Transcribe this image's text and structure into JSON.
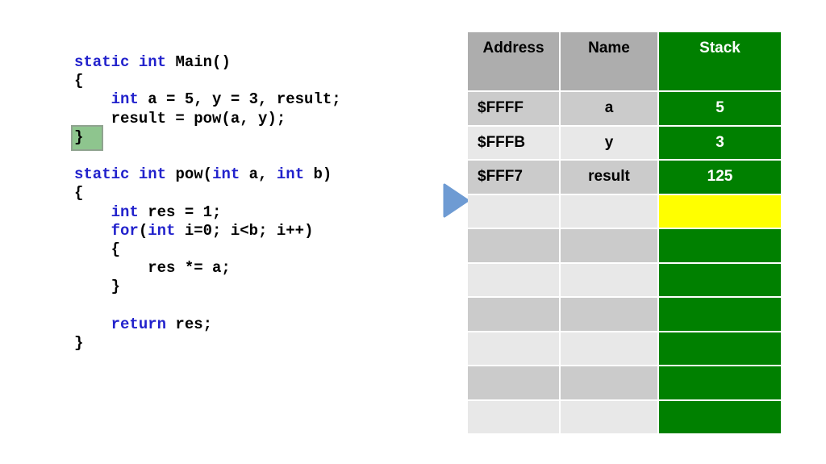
{
  "slide": {
    "background": "#ffffff"
  },
  "code": {
    "language": "csharp",
    "keyword_color": "#2222cc",
    "text_color": "#000000",
    "highlight_marker": {
      "fill": "#8ec58e",
      "border": "#90a390",
      "meaning": "current-execution-line"
    },
    "lines": [
      {
        "segments": [
          {
            "text": "static",
            "kw": true
          },
          {
            "text": " "
          },
          {
            "text": "int",
            "kw": true
          },
          {
            "text": " Main()"
          }
        ]
      },
      {
        "segments": [
          {
            "text": "{"
          }
        ]
      },
      {
        "segments": [
          {
            "text": "    "
          },
          {
            "text": "int",
            "kw": true
          },
          {
            "text": " a = 5, y = 3, result;"
          }
        ]
      },
      {
        "segments": [
          {
            "text": "    result = pow(a, y);"
          }
        ]
      },
      {
        "segments": [
          {
            "text": "}",
            "hl": true
          }
        ]
      },
      {
        "segments": []
      },
      {
        "segments": [
          {
            "text": "static",
            "kw": true
          },
          {
            "text": " "
          },
          {
            "text": "int",
            "kw": true
          },
          {
            "text": " pow("
          },
          {
            "text": "int",
            "kw": true
          },
          {
            "text": " a, "
          },
          {
            "text": "int",
            "kw": true
          },
          {
            "text": " b)"
          }
        ]
      },
      {
        "segments": [
          {
            "text": "{"
          }
        ]
      },
      {
        "segments": [
          {
            "text": "    "
          },
          {
            "text": "int",
            "kw": true
          },
          {
            "text": " res = 1;"
          }
        ]
      },
      {
        "segments": [
          {
            "text": "    "
          },
          {
            "text": "for",
            "kw": true
          },
          {
            "text": "("
          },
          {
            "text": "int",
            "kw": true
          },
          {
            "text": " i=0; i<b; i++)"
          }
        ]
      },
      {
        "segments": [
          {
            "text": "    {"
          }
        ]
      },
      {
        "segments": [
          {
            "text": "        res *= a;"
          }
        ]
      },
      {
        "segments": [
          {
            "text": "    }"
          }
        ]
      },
      {
        "segments": []
      },
      {
        "segments": [
          {
            "text": "    "
          },
          {
            "text": "return",
            "kw": true
          },
          {
            "text": " res;"
          }
        ]
      },
      {
        "segments": [
          {
            "text": "}"
          }
        ]
      }
    ]
  },
  "pointer": {
    "icon": "right-triangle-arrow",
    "color": "#6e9bd3",
    "points_to_row_index": 3
  },
  "table": {
    "columns": [
      {
        "id": "address",
        "label": "Address"
      },
      {
        "id": "name",
        "label": "Name"
      },
      {
        "id": "stack",
        "label": "Stack"
      }
    ],
    "colors": {
      "header_gray": "#adadad",
      "band_odd": "#cbcbcb",
      "band_even": "#e8e8e8",
      "stack_green": "#008000",
      "stack_highlight_yellow": "#ffff00"
    },
    "rows": [
      {
        "address": "$FFFF",
        "name": "a",
        "stack": "5",
        "stack_highlighted": false
      },
      {
        "address": "$FFFB",
        "name": "y",
        "stack": "3",
        "stack_highlighted": false
      },
      {
        "address": "$FFF7",
        "name": "result",
        "stack": "125",
        "stack_highlighted": false
      },
      {
        "address": "",
        "name": "",
        "stack": "",
        "stack_highlighted": true
      },
      {
        "address": "",
        "name": "",
        "stack": "",
        "stack_highlighted": false
      },
      {
        "address": "",
        "name": "",
        "stack": "",
        "stack_highlighted": false
      },
      {
        "address": "",
        "name": "",
        "stack": "",
        "stack_highlighted": false
      },
      {
        "address": "",
        "name": "",
        "stack": "",
        "stack_highlighted": false
      },
      {
        "address": "",
        "name": "",
        "stack": "",
        "stack_highlighted": false
      },
      {
        "address": "",
        "name": "",
        "stack": "",
        "stack_highlighted": false
      }
    ]
  }
}
